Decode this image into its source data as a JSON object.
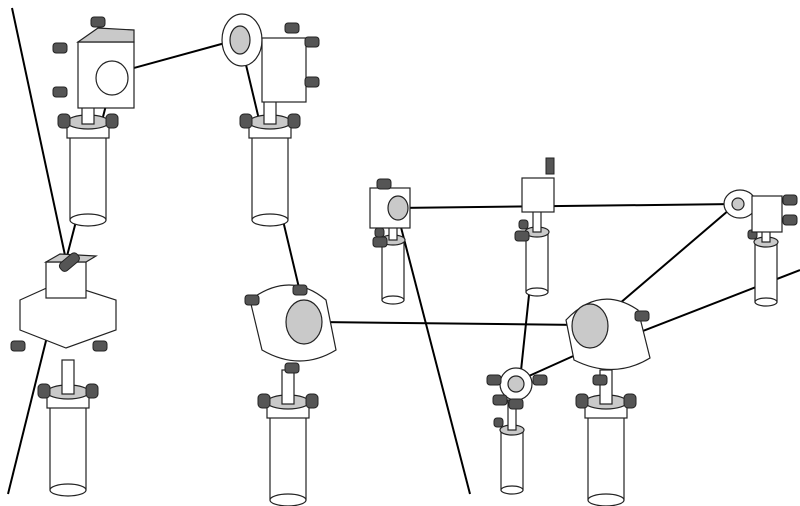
{
  "colors": {
    "line": "#000000",
    "background": "#ffffff",
    "shade": "#c9c9c9"
  },
  "components": [
    "mirror-mount",
    "kinematic-mount",
    "beamsplitter-cube-mount",
    "ring-mount",
    "small-mirror-mount",
    "small-ring-mount",
    "prism-mount",
    "gimbal-mount",
    "post-holder",
    "post"
  ]
}
